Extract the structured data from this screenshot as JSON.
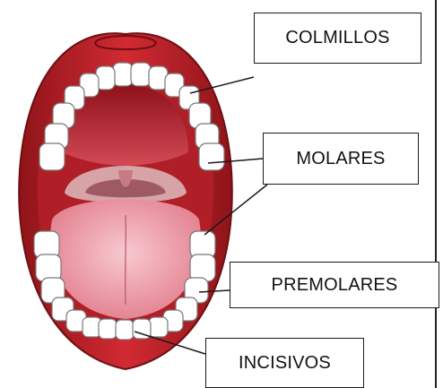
{
  "labels": {
    "colmillos": "COLMILLOS",
    "molares": "MOLARES",
    "premolares": "PREMOLARES",
    "incisivos": "INCISIVOS"
  },
  "colors": {
    "lip": "#c4232d",
    "lip_dark": "#8e1419",
    "mouth_interior": "#b01e28",
    "palate": "#d8505a",
    "throat": "#d6a3a6",
    "tongue": "#f0a7b2",
    "tooth": "#ffffff",
    "tooth_outline": "#777777"
  }
}
